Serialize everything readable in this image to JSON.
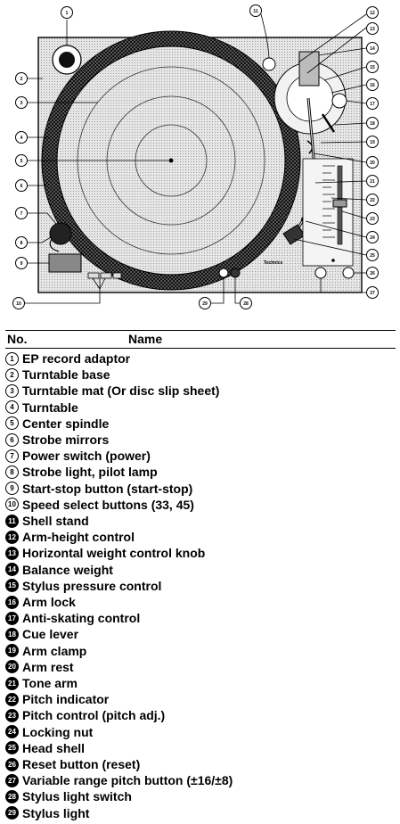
{
  "diagram": {
    "brand": "Technics",
    "callouts": [
      "1",
      "2",
      "3",
      "4",
      "5",
      "6",
      "7",
      "8",
      "9",
      "10",
      "11",
      "12",
      "13",
      "14",
      "15",
      "16",
      "17",
      "18",
      "19",
      "20",
      "21",
      "22",
      "23",
      "24",
      "25",
      "26",
      "27",
      "28",
      "29"
    ]
  },
  "table": {
    "header_no": "No.",
    "header_name": "Name",
    "items": [
      {
        "no": "1",
        "name": "EP record adaptor"
      },
      {
        "no": "2",
        "name": "Turntable base"
      },
      {
        "no": "3",
        "name": "Turntable mat (Or disc slip sheet)"
      },
      {
        "no": "4",
        "name": "Turntable"
      },
      {
        "no": "5",
        "name": "Center spindle"
      },
      {
        "no": "6",
        "name": "Strobe mirrors"
      },
      {
        "no": "7",
        "name": "Power switch (power)"
      },
      {
        "no": "8",
        "name": "Strobe light, pilot lamp"
      },
      {
        "no": "9",
        "name": "Start-stop button (start-stop)"
      },
      {
        "no": "10",
        "name": "Speed select buttons (33, 45)"
      },
      {
        "no": "11",
        "name": "Shell stand"
      },
      {
        "no": "12",
        "name": "Arm-height control"
      },
      {
        "no": "13",
        "name": "Horizontal weight control knob"
      },
      {
        "no": "14",
        "name": "Balance weight"
      },
      {
        "no": "15",
        "name": "Stylus pressure control"
      },
      {
        "no": "16",
        "name": "Arm lock"
      },
      {
        "no": "17",
        "name": "Anti-skating control"
      },
      {
        "no": "18",
        "name": "Cue lever"
      },
      {
        "no": "19",
        "name": "Arm clamp"
      },
      {
        "no": "20",
        "name": "Arm rest"
      },
      {
        "no": "21",
        "name": "Tone arm"
      },
      {
        "no": "22",
        "name": "Pitch indicator"
      },
      {
        "no": "23",
        "name": "Pitch control (pitch adj.)"
      },
      {
        "no": "24",
        "name": "Locking nut"
      },
      {
        "no": "25",
        "name": "Head shell"
      },
      {
        "no": "26",
        "name": "Reset button (reset)"
      },
      {
        "no": "27",
        "name": "Variable range pitch button (±16/±8)"
      },
      {
        "no": "28",
        "name": "Stylus light switch"
      },
      {
        "no": "29",
        "name": "Stylus light"
      }
    ]
  }
}
